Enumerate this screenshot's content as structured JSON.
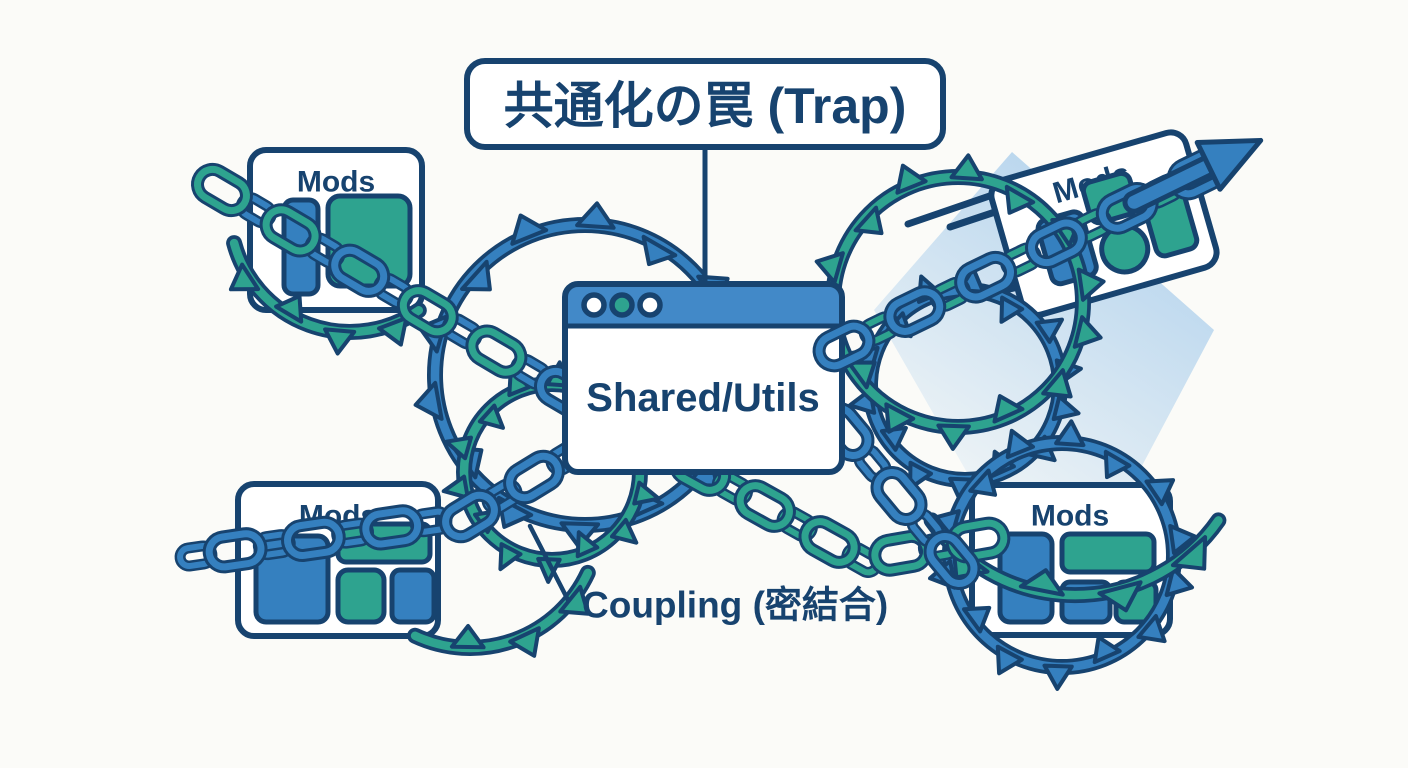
{
  "title": {
    "text": "共通化の罠 (Trap)"
  },
  "window": {
    "title": "Shared/Utils",
    "button_colors": [
      "#ffffff",
      "#2ea38f",
      "#ffffff"
    ],
    "button_names": [
      "window-button-1",
      "window-button-2",
      "window-button-3"
    ]
  },
  "cards": [
    {
      "label": "Mods",
      "position": "top-left"
    },
    {
      "label": "Mods",
      "position": "top-right"
    },
    {
      "label": "Mods",
      "position": "bottom-left"
    },
    {
      "label": "Mods",
      "position": "bottom-right"
    }
  ],
  "caption": {
    "text": "Coupling (密結合)"
  },
  "colors": {
    "navy": "#17436f",
    "blue": "#3580bf",
    "teal": "#2ea38f",
    "titlebar": "#4289c8",
    "trail": "#b9d6ee",
    "card": "#ffffff",
    "background": "#fbfbf8"
  }
}
